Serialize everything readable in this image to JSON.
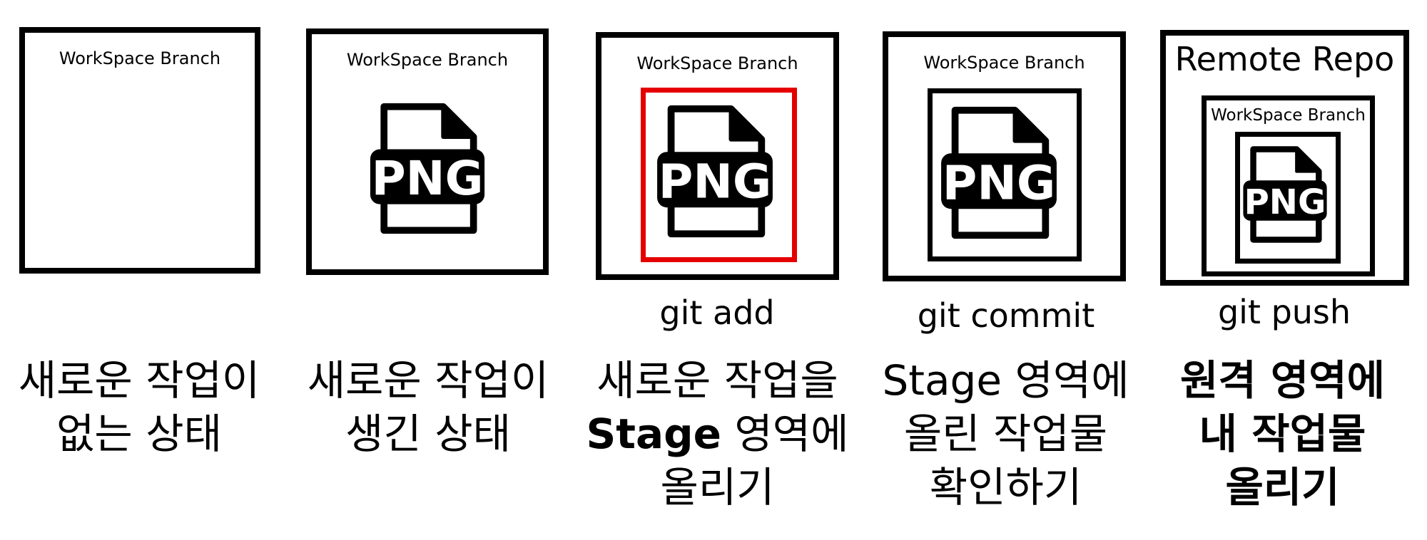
{
  "panels": [
    {
      "box_title": "WorkSpace Branch",
      "command": "",
      "desc_lines": [
        "새로운 작업이",
        "없는 상태"
      ]
    },
    {
      "box_title": "WorkSpace Branch",
      "icon": "png-file-icon",
      "icon_text": "PNG",
      "command": "",
      "desc_lines": [
        "새로운 작업이",
        "생긴 상태"
      ]
    },
    {
      "box_title": "WorkSpace Branch",
      "icon": "png-file-icon",
      "icon_text": "PNG",
      "stage_highlight_color": "#e50000",
      "command": "git add",
      "desc_line1": "새로운 작업을",
      "desc_line2_bold": "Stage",
      "desc_line2_rest": " 영역에",
      "desc_line3": "올리기"
    },
    {
      "box_title": "WorkSpace Branch",
      "icon": "png-file-icon",
      "icon_text": "PNG",
      "command": "git commit",
      "desc_lines": [
        "Stage 영역에",
        "올린 작업물",
        "확인하기"
      ]
    },
    {
      "outer_title": "Remote Repo",
      "box_title": "WorkSpace Branch",
      "icon": "png-file-icon",
      "icon_text": "PNG",
      "command": "git push",
      "desc_lines": [
        "원격 영역에",
        "내 작업물",
        "올리기"
      ]
    }
  ]
}
